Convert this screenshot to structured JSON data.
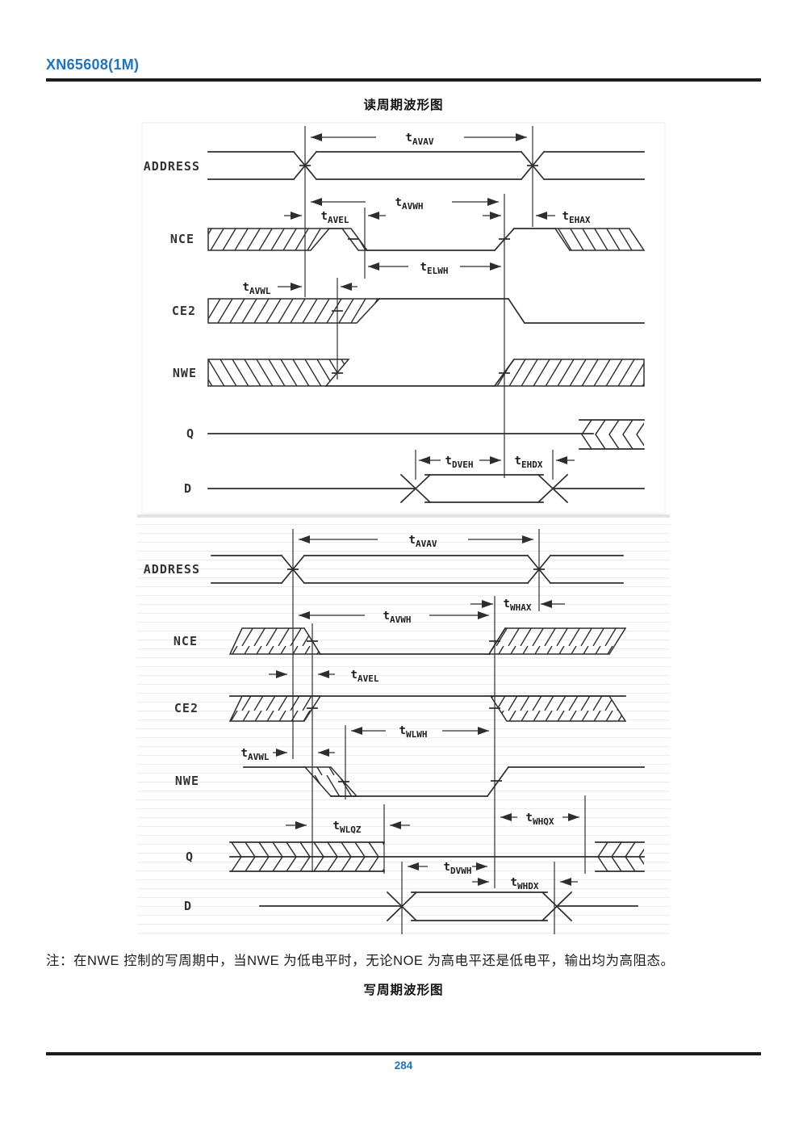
{
  "header": {
    "title": "XN65608(1M)"
  },
  "figure1": {
    "caption": "读周期波形图"
  },
  "figure2": {
    "caption": "写周期波形图"
  },
  "note": "注：在NWE 控制的写周期中，当NWE 为低电平时，无论NOE 为高电平还是低电平，输出均为高阻态。",
  "footer": {
    "page_number": "284"
  },
  "labels": {
    "t": "t"
  },
  "colors": {
    "accent_blue": "#2273b8",
    "ink": "#2e2e2e"
  },
  "d1": {
    "signals": {
      "address": "ADDRESS",
      "nce": "NCE",
      "ce2": "CE2",
      "nwe": "NWE",
      "q": "Q",
      "d": "D"
    },
    "timings": {
      "avav": "AVAV",
      "avwh": "AVWH",
      "avel": "AVEL",
      "ehax": "EHAX",
      "elwh": "ELWH",
      "avwl": "AVWL",
      "dveh": "DVEH",
      "ehdx": "EHDX"
    }
  },
  "d2": {
    "signals": {
      "address": "ADDRESS",
      "nce": "NCE",
      "ce2": "CE2",
      "nwe": "NWE",
      "q": "Q",
      "d": "D"
    },
    "timings": {
      "avav": "AVAV",
      "whax": "WHAX",
      "avwh": "AVWH",
      "avel": "AVEL",
      "wlwh": "WLWH",
      "avwl": "AVWL",
      "wlqz": "WLQZ",
      "whqx": "WHQX",
      "dvwh": "DVWH",
      "whdx": "WHDX"
    }
  }
}
